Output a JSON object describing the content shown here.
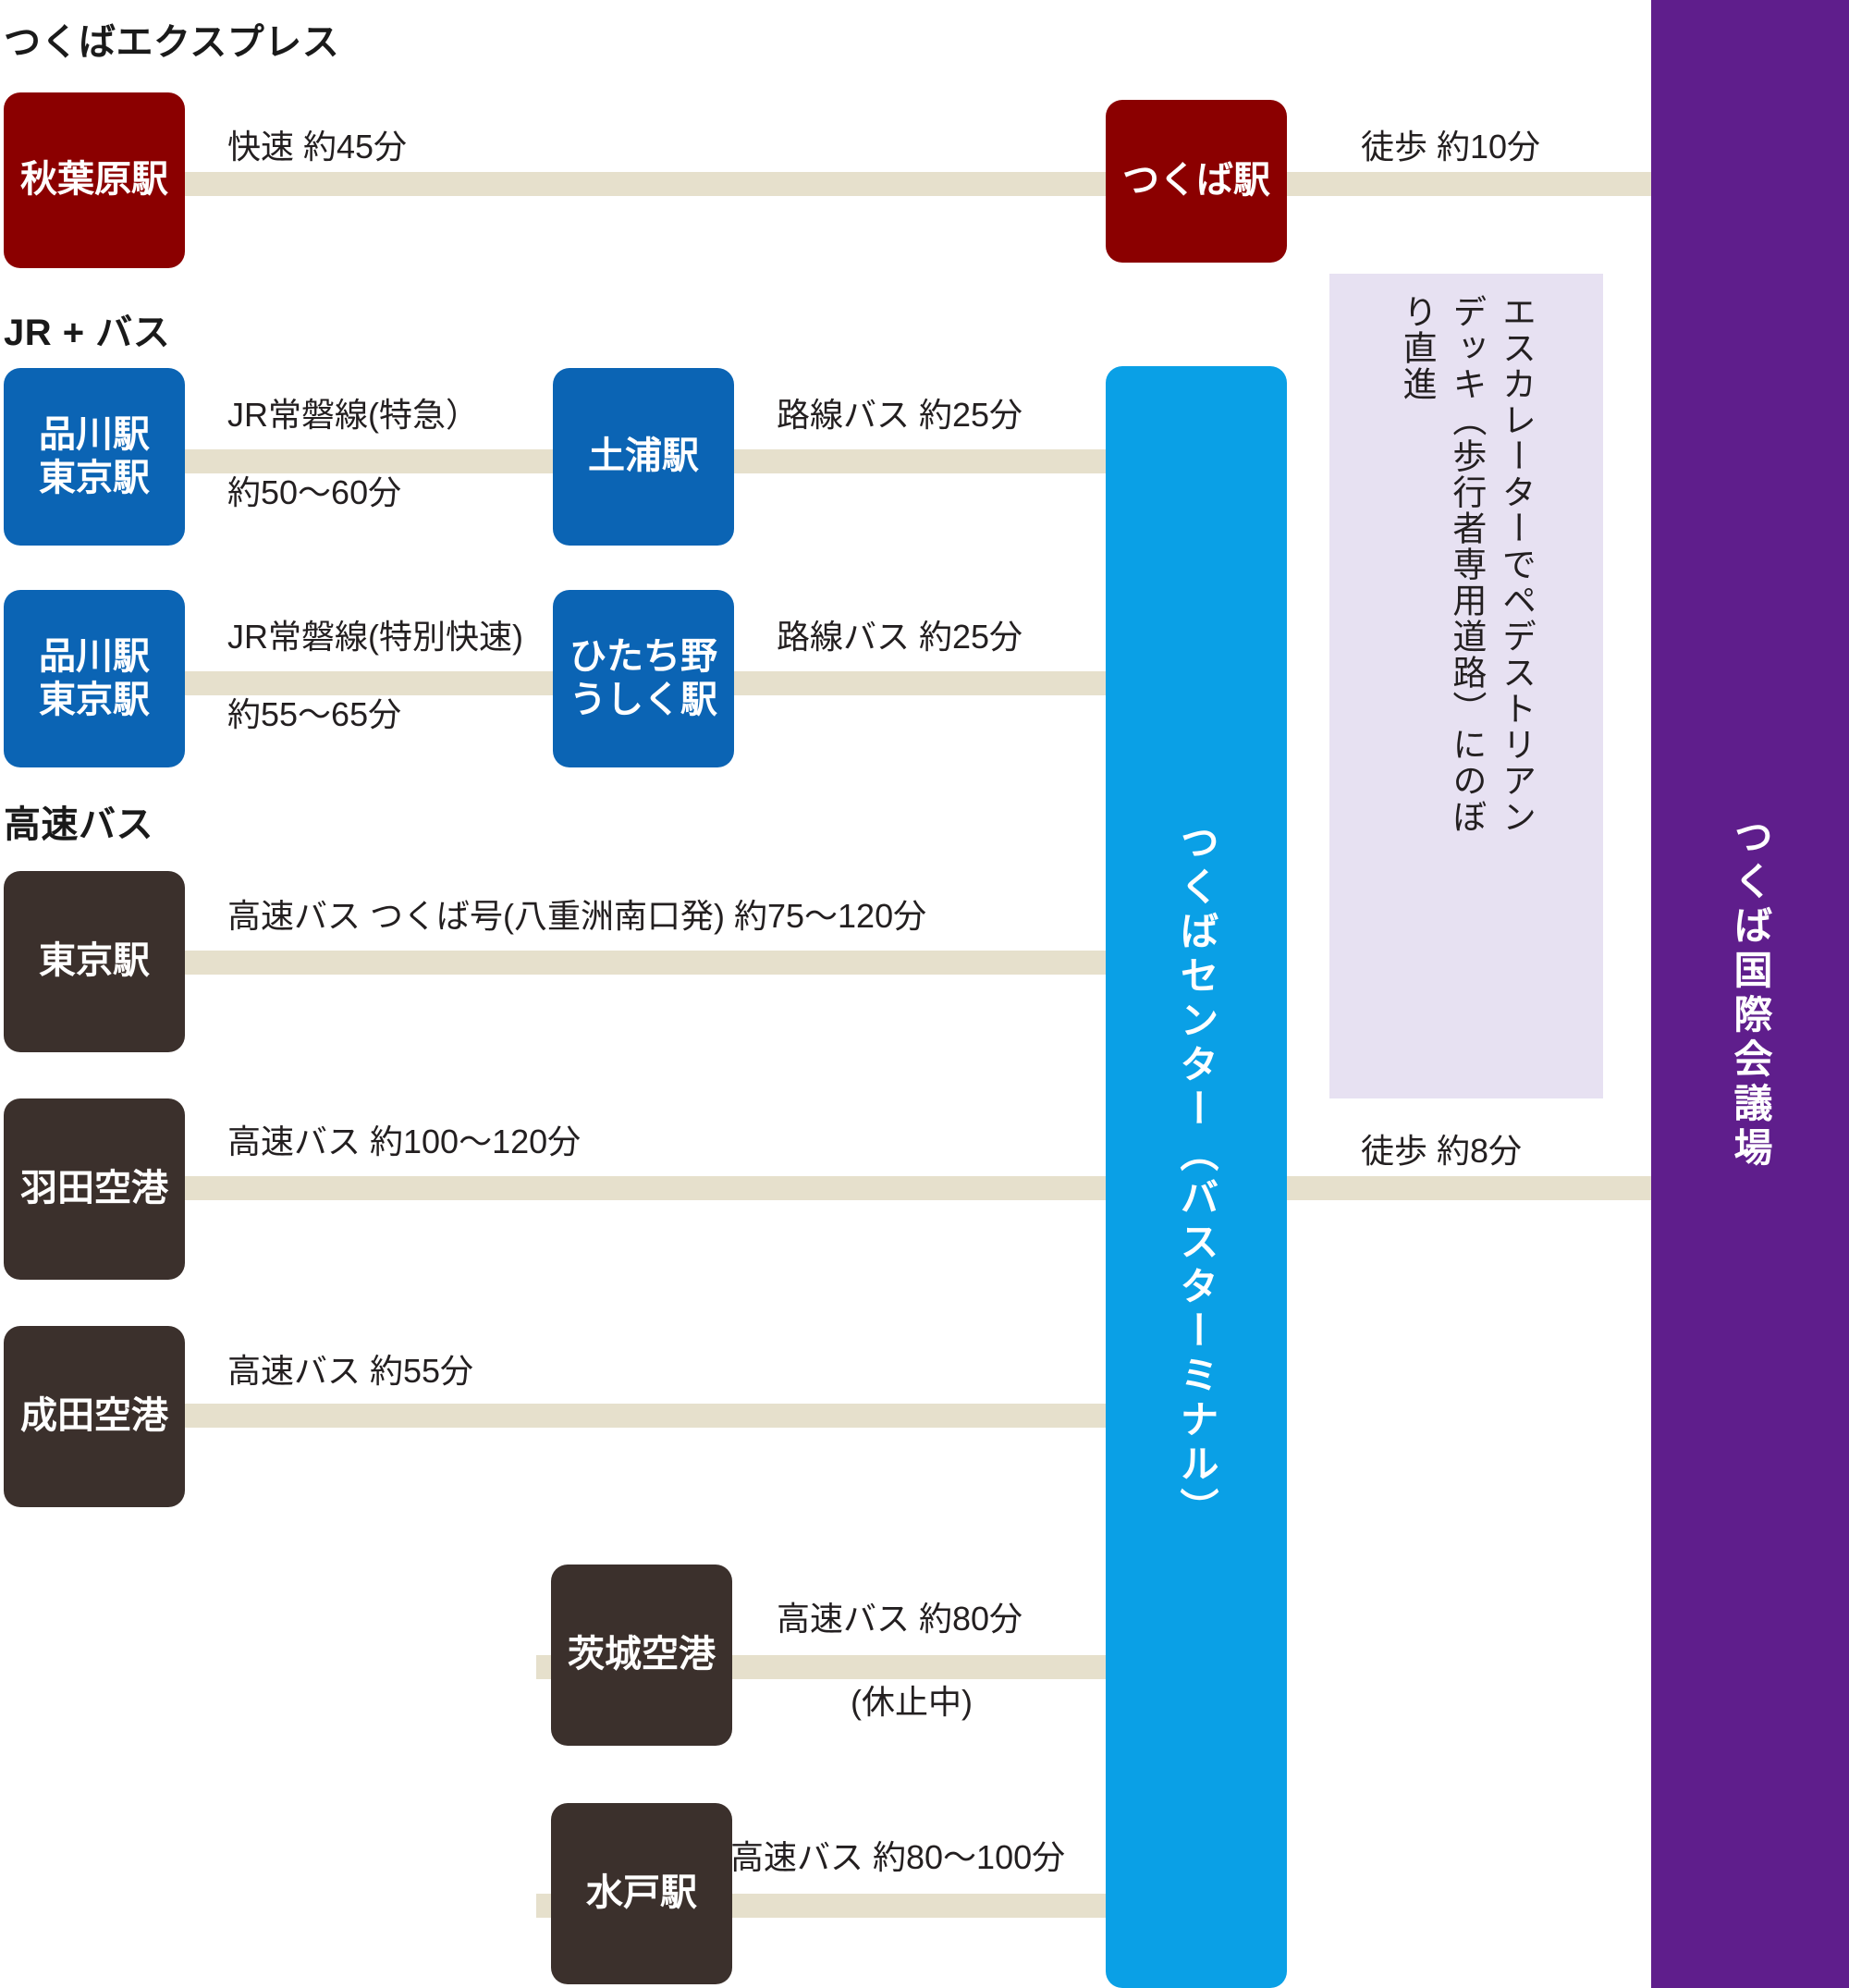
{
  "colors": {
    "tsukuba_express": "#8b0000",
    "jr": "#0b64b4",
    "highway_bus": "#3b302c",
    "tsukuba_center": "#0aa0e6",
    "venue": "#5f1e8c",
    "connector": "#e6e0cc",
    "note_panel": "#e7e1f2",
    "background": "#ffffff"
  },
  "sections": {
    "tsukuba_express": "つくばエクスプレス",
    "jr_bus": "JR + バス",
    "highway_bus": "高速バス"
  },
  "nodes": {
    "akihabara": "秋葉原駅",
    "shinagawa_tokyo_1": "品川駅\n東京駅",
    "shinagawa_tokyo_2": "品川駅\n東京駅",
    "tsuchiura": "土浦駅",
    "hitachino_ushiku": "ひたち野\nうしく駅",
    "tokyo_station": "東京駅",
    "haneda": "羽田空港",
    "narita": "成田空港",
    "ibaraki_airport": "茨城空港",
    "mito": "水戸駅",
    "tsukuba_station": "つくば駅",
    "tsukuba_center": "つくばセンター（バスターミナル）",
    "venue": "つくば国際会議場"
  },
  "routes": {
    "akihabara_to_tsukuba": "快速 約45分",
    "tsukuba_station_walk": "徒歩 約10分",
    "jr_joban_ltd_exp_line1": "JR常磐線(特急）",
    "jr_joban_ltd_exp_line2": "約50〜60分",
    "tsuchiura_bus": "路線バス 約25分",
    "jr_joban_rapid_line1": "JR常磐線(特別快速)",
    "jr_joban_rapid_line2": "約55〜65分",
    "ushiku_bus": "路線バス 約25分",
    "tokyo_highway_bus": "高速バス つくば号(八重洲南口発) 約75〜120分",
    "haneda_bus": "高速バス 約100〜120分",
    "narita_bus": "高速バス 約55分",
    "ibaraki_bus": "高速バス 約80分",
    "ibaraki_bus_note": "(休止中)",
    "mito_bus": "高速バス 約80〜100分",
    "center_walk": "徒歩 約8分"
  },
  "note": {
    "escalator_text": "エスカレーターでペデストリアンデッキ（歩行者専用道路）にのぼり直進"
  }
}
